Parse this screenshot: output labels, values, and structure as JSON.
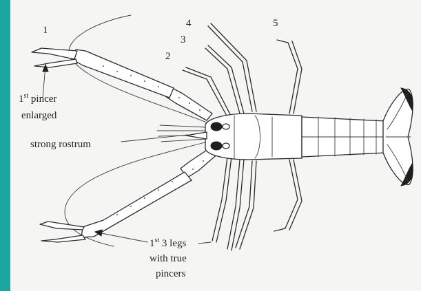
{
  "colors": {
    "accent_strip": "#1aa7a2",
    "background": "#f5f6f4",
    "ink": "#2a2a2a"
  },
  "leg_numbers": [
    "1",
    "2",
    "3",
    "4",
    "5"
  ],
  "annotations": {
    "pincer": {
      "sup_num": "1",
      "sup": "st",
      "line1": " pincer",
      "line2": "enlarged"
    },
    "rostrum": {
      "text": "strong rostrum"
    },
    "legs": {
      "sup_num": "1",
      "sup": "st",
      "line1": " 3 legs",
      "line2": "with true",
      "line3": "pincers"
    }
  }
}
